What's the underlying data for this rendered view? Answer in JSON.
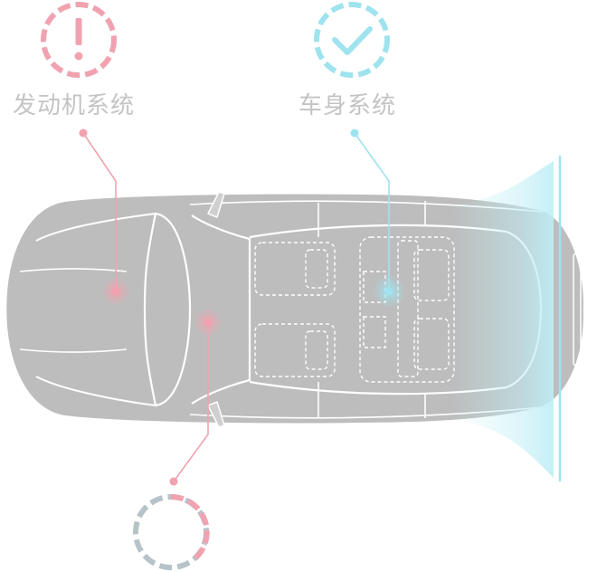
{
  "labels": {
    "engine_system": "发动机系统",
    "body_system": "车身系统"
  },
  "status": {
    "engine_system": "warning",
    "body_system": "ok",
    "third_system": "partial"
  },
  "colors": {
    "warning": "#f1a2b0",
    "ok": "#9fe3ee",
    "neutral": "#b6c3c9",
    "car_body": "#bdbdbd",
    "car_line": "#ffffff",
    "label": "#c4c4c4"
  },
  "icons": {
    "engine_system": "exclamation-icon",
    "body_system": "checkmark-icon",
    "third_system": "progress-ring-icon"
  }
}
